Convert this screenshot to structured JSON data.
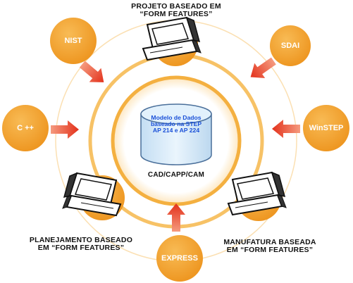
{
  "center": {
    "db_line1": "Modelo de Dados",
    "db_line2": "baseado na STEP",
    "db_line3": "AP 214 e AP 224",
    "caption": "CAD/CAPP/CAM"
  },
  "stations": {
    "top": {
      "line1": "PROJETO BASEADO EM",
      "line2": "“FORM FEATURES”"
    },
    "bottom_left": {
      "line1": "PLANEJAMENTO BASEADO",
      "line2": "EM “FORM FEATURES”"
    },
    "bottom_right": {
      "line1": "MANUFATURA BASEADA",
      "line2": "EM “FORM FEATURES”"
    }
  },
  "inputs": {
    "nist": "NIST",
    "sdai": "SDAI",
    "cpp": "C ++",
    "winstep": "WinSTEP",
    "express": "EXPRESS"
  },
  "colors": {
    "orange": "#f0a028",
    "ring": "#f7c266",
    "arrow": "#e8361e",
    "db_fill": "#d9ecfb",
    "db_text": "#1a50d8"
  }
}
